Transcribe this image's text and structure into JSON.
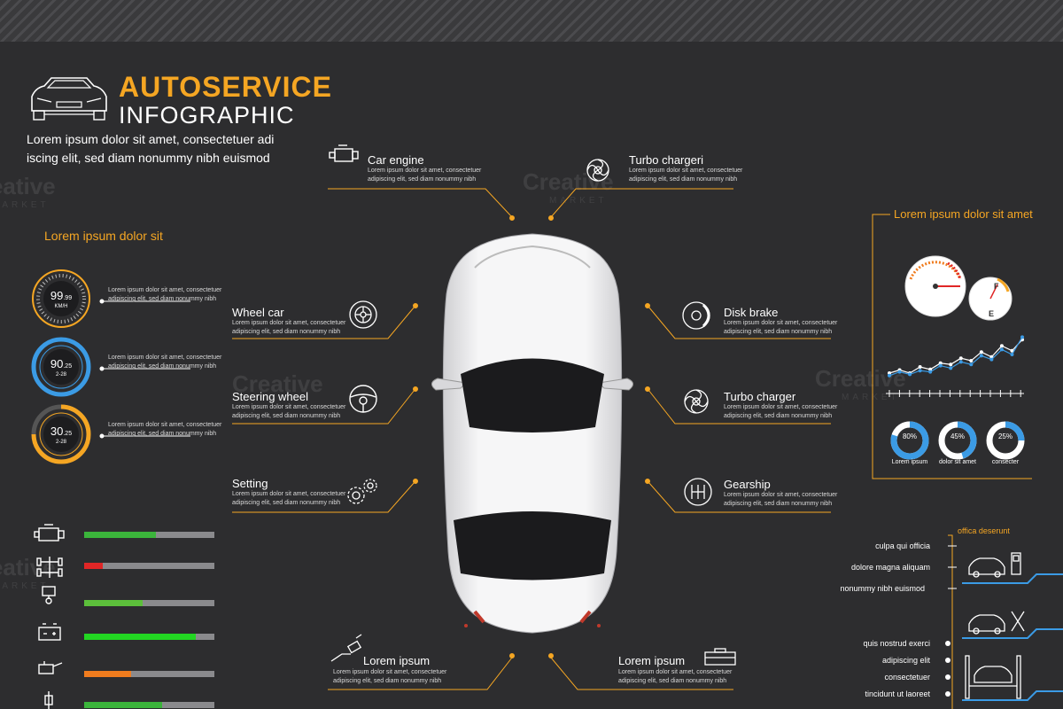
{
  "header": {
    "title_top": "AUTOSERVICE",
    "title_bottom": "INFOGRAPHIC",
    "intro": "Lorem ipsum dolor sit amet, consectetuer adi\niscing elit, sed diam nonummy nibh euismod"
  },
  "watermark": {
    "brand": "Creative",
    "sub": "MARKET"
  },
  "colors": {
    "background": "#2d2d2f",
    "accent": "#f5a623",
    "blue": "#3b9be5",
    "green": "#3bb43b",
    "red": "#e02626",
    "orange": "#f07c1e"
  },
  "left_panel": {
    "heading": "Lorem ipsum dolor sit",
    "gauges": [
      {
        "value": "99",
        "sub": ".99",
        "unit": "KM/H",
        "color": "#f5a623",
        "desc": "Lorem ipsum dolor sit amet, consectetuer\nadipiscing elit, sed diam nonummy nibh"
      },
      {
        "value": "90",
        "sub": ".25",
        "unit": "2-28",
        "color": "#3b9be5",
        "desc": "Lorem ipsum dolor sit amet, consectetuer\nadipiscing elit, sed diam nonummy nibh"
      },
      {
        "value": "30",
        "sub": ".25",
        "unit": "2-28",
        "color": "#f5a623",
        "desc": "Lorem ipsum dolor sit amet, consectetuer\nadipiscing elit, sed diam nonummy nibh"
      }
    ],
    "bars": [
      {
        "icon": "engine-icon",
        "fill": 0.55,
        "color": "#3bb43b"
      },
      {
        "icon": "axle-icon",
        "fill": 0.14,
        "color": "#e02626"
      },
      {
        "icon": "piston-icon",
        "fill": 0.45,
        "color": "#5cbf3b"
      },
      {
        "icon": "battery-icon",
        "fill": 0.86,
        "color": "#22d622"
      },
      {
        "icon": "oil-can-icon",
        "fill": 0.36,
        "color": "#f07c1e"
      },
      {
        "icon": "spark-plug-icon",
        "fill": 0.6,
        "color": "#3bb43b"
      }
    ]
  },
  "callouts": {
    "car_engine": {
      "title": "Car engine",
      "desc": "Lorem ipsum dolor sit amet, consectetuer\nadipiscing elit, sed diam nonummy nibh"
    },
    "turbo_chargeri": {
      "title": "Turbo chargeri",
      "desc": "Lorem ipsum dolor sit amet, consectetuer\nadipiscing elit, sed diam nonummy nibh"
    },
    "wheel_car": {
      "title": "Wheel car",
      "desc": "Lorem ipsum dolor sit amet, consectetuer\nadipiscing elit, sed diam nonummy nibh"
    },
    "disk_brake": {
      "title": "Disk brake",
      "desc": "Lorem ipsum dolor sit amet, consectetuer\nadipiscing elit, sed diam nonummy nibh"
    },
    "steering_wheel": {
      "title": "Steering wheel",
      "desc": "Lorem ipsum dolor sit amet, consectetuer\nadipiscing elit, sed diam nonummy nibh"
    },
    "turbo_charger": {
      "title": "Turbo charger",
      "desc": "Lorem ipsum dolor sit amet, consectetuer\nadipiscing elit, sed diam nonummy nibh"
    },
    "setting": {
      "title": "Setting",
      "desc": "Lorem ipsum dolor sit amet, consectetuer\nadipiscing elit, sed diam nonummy nibh"
    },
    "gearship": {
      "title": "Gearship",
      "desc": "Lorem ipsum dolor sit amet, consectetuer\nadipiscing elit, sed diam nonummy nibh"
    },
    "bottom_left": {
      "title": "Lorem ipsum",
      "desc": "Lorem ipsum dolor sit amet, consectetuer\nadipiscing elit, sed diam nonummy nibh"
    },
    "bottom_right": {
      "title": "Lorem ipsum",
      "desc": "Lorem ipsum dolor sit amet, consectetuer\nadipiscing elit, sed diam nonummy nibh"
    }
  },
  "right_panel": {
    "heading": "Lorem ipsum dolor sit amet",
    "fuel_labels": {
      "full": "F",
      "empty": "E"
    },
    "line_chart": {
      "series": [
        {
          "values": [
            3,
            3.5,
            3,
            4,
            3.6,
            4.6,
            4.4,
            5.4,
            5,
            6.4,
            5.6,
            7.4,
            6.6,
            8.4
          ],
          "color": "#ffffff"
        },
        {
          "values": [
            2.6,
            3.2,
            2.8,
            3.4,
            3.2,
            4.2,
            3.8,
            4.8,
            4.4,
            5.8,
            5.2,
            6.8,
            6.0,
            8.8
          ],
          "color": "#3b9be5"
        }
      ]
    },
    "donuts": [
      {
        "value": 0.8,
        "text": "80%",
        "label": "Lorem ipsum"
      },
      {
        "value": 0.45,
        "text": "45%",
        "label": "dolor sit amet"
      },
      {
        "value": 0.25,
        "text": "25%",
        "label": "consecter"
      }
    ]
  },
  "service_panel": {
    "heading": "offica deserunt",
    "upper_items": [
      "culpa qui officia",
      "dolore magna aliquam",
      "nonummy nibh euismod"
    ],
    "lower_items": [
      "quis nostrud exerci",
      "adipiscing elit",
      "consectetuer",
      "tincidunt ut laoreet"
    ]
  }
}
